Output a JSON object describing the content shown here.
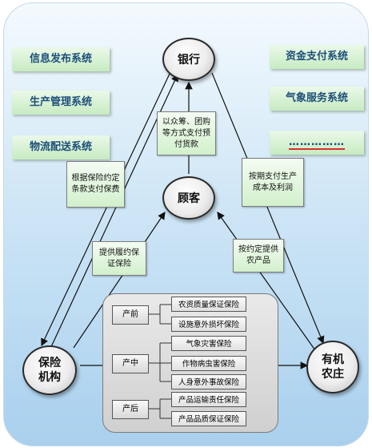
{
  "systems": {
    "info": "信息发布系统",
    "production": "生产管理系统",
    "logistics": "物流配送系统",
    "payment": "资金支付系统",
    "weather": "气象服务系统",
    "more": "……………"
  },
  "nodes": {
    "bank": "银行",
    "customer": "顾客",
    "insurer_line1": "保险",
    "insurer_line2": "机构",
    "farm_line1": "有机",
    "farm_line2": "农庄"
  },
  "notes": {
    "crowdfund": "以众筹、团购等方式支付预付货款",
    "insurance_pay": "根据保险约定条款支付保费",
    "stage_pay": "按期支付生产成本及利润",
    "performance": "提供履约保证保险",
    "supply": "按约定提供农产品"
  },
  "stages": [
    {
      "label": "产前",
      "items": [
        "农资质量保证保险",
        "设施意外损坏保险"
      ]
    },
    {
      "label": "产中",
      "items": [
        "气象灾害保险",
        "作物病虫害保险",
        "人身意外事故保险"
      ]
    },
    {
      "label": "产后",
      "items": [
        "产品运输责任保险",
        "产品品质保证保险"
      ]
    }
  ]
}
